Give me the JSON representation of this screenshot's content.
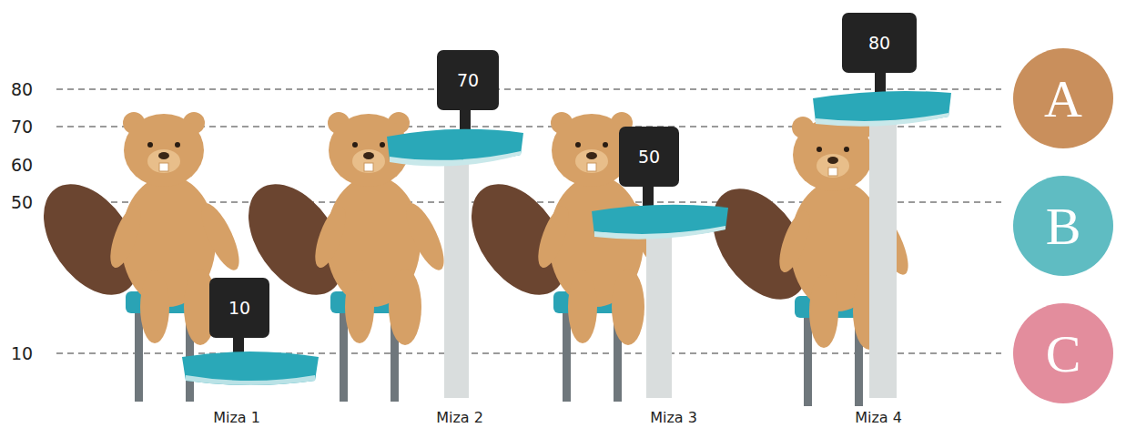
{
  "diagram": {
    "nodes": [
      {
        "text": [
          "10"
        ]
      },
      {
        "text": [
          "70"
        ]
      },
      {
        "text": [
          "50"
        ]
      },
      {
        "text": [
          "80"
        ]
      },
      {
        "text": [
          "A"
        ]
      },
      {
        "text": [
          "B"
        ]
      },
      {
        "text": [
          "C"
        ]
      }
    ],
    "labels": [
      "80",
      "70",
      "60",
      "50",
      "10",
      "Miza 1",
      "Miza 2",
      "Miza 3",
      "Miza 4"
    ]
  }
}
